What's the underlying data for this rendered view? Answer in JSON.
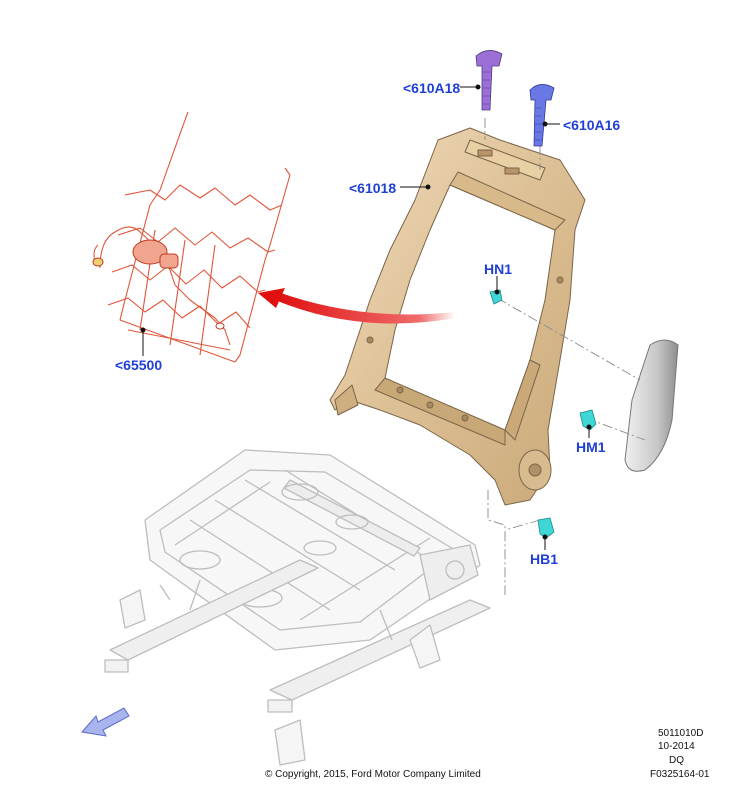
{
  "callouts": {
    "p610a18": "<610A18",
    "p610a16": "<610A16",
    "p61018": "<61018",
    "hn1": "HN1",
    "hm1": "HM1",
    "hb1": "HB1",
    "p65500": "<65500"
  },
  "footer": {
    "copyright": "© Copyright, 2015, Ford Motor Company Limited",
    "code1": "5011010D",
    "date": "10-2014",
    "code2": "DQ",
    "figure_id": "F0325164-01"
  },
  "colors": {
    "callout_text": "#1f3fd6",
    "frame_fill": "#e8cfa8",
    "frame_stroke": "#7a6548",
    "heater_wire": "#e0553a",
    "bolt_purple": "#9b6fd6",
    "bolt_blue": "#6a78e6",
    "clip_teal": "#3fd6d6",
    "arrow_red": "#e01010",
    "cushion_grey": "#b8b8b8"
  }
}
